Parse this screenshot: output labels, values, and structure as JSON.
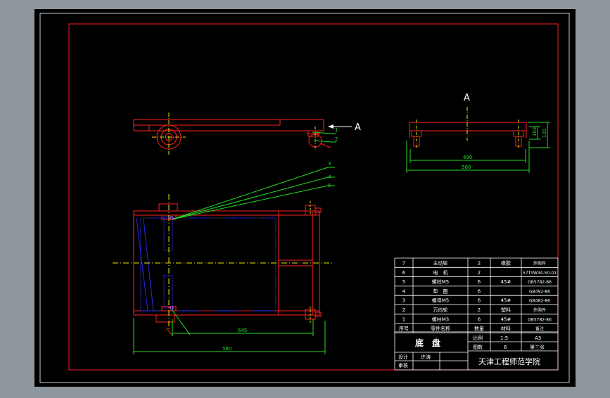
{
  "colors": {
    "frame": "#ff2020",
    "blue": "#2a2ae8",
    "green": "#22dd22",
    "yellow": "#e8e800",
    "white": "#ffffff",
    "background": "#000000",
    "outer": "#8f979e"
  },
  "views": {
    "section_label": "A",
    "arrow_label": "A"
  },
  "balloons": {
    "side": [
      "1",
      "2"
    ],
    "top": [
      "3",
      "4",
      "5"
    ]
  },
  "dimensions": {
    "side_width_inner": "490",
    "side_width_outer": "580",
    "side_height_1": "103",
    "side_height_2": "120",
    "plan_width_inner": "645",
    "plan_width_outer": "580"
  },
  "bom": {
    "rows": [
      {
        "no": "7",
        "name": "主动轮",
        "qty": "2",
        "material": "橡胶",
        "note": "外购件"
      },
      {
        "no": "6",
        "name": "电　机",
        "qty": "2",
        "material": "",
        "note": "57TYW34-50-01"
      },
      {
        "no": "5",
        "name": "螺柱M5",
        "qty": "6",
        "material": "45#",
        "note": "GB5782-86"
      },
      {
        "no": "4",
        "name": "垫　圈",
        "qty": "6",
        "material": "",
        "note": "GB492-86"
      },
      {
        "no": "3",
        "name": "螺母M5",
        "qty": "6",
        "material": "45#",
        "note": "GB482-86"
      },
      {
        "no": "2",
        "name": "万向轮",
        "qty": "2",
        "material": "塑料",
        "note": "外购件"
      },
      {
        "no": "1",
        "name": "螺柱M3",
        "qty": "6",
        "material": "45#",
        "note": "GB5782-86"
      }
    ],
    "header": {
      "no": "序号",
      "name": "零件名称",
      "qty": "数量",
      "material": "材料",
      "note": "备注"
    }
  },
  "title_block": {
    "part_name": "底　盘",
    "scale_label": "比例",
    "scale_value": "1:5",
    "sheet_size": "A3",
    "count_label": "图数",
    "count_value": "6",
    "sheet_no": "第三张",
    "design_label": "设计",
    "designer": "许涛",
    "review_label": "审核",
    "school": "天津工程师范学院"
  }
}
